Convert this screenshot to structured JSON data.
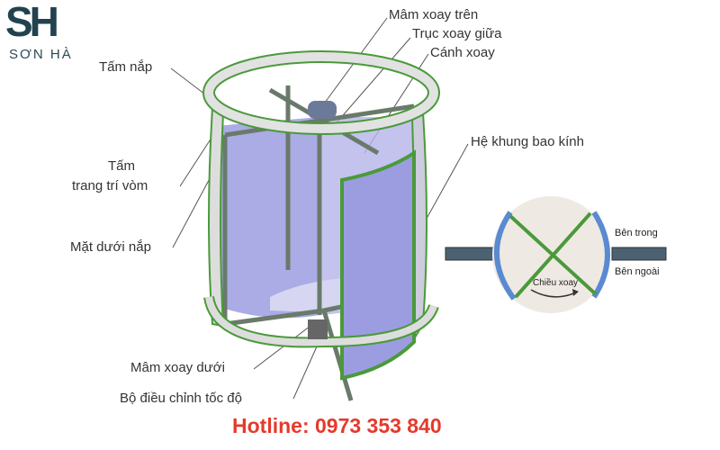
{
  "logo": {
    "mark": "SH",
    "name": "SƠN HÀ"
  },
  "labels": {
    "top_turntable": "Mâm xoay trên",
    "center_shaft": "Trục xoay giữa",
    "wing": "Cánh xoay",
    "cover_plate": "Tấm nắp",
    "dome_plate_1": "Tấm",
    "dome_plate_2": "trang trí vòm",
    "cover_underside": "Mặt dưới nắp",
    "glass_frame": "Hệ khung bao kính",
    "bottom_turntable": "Mâm xoay dưới",
    "speed_controller": "Bộ điều chỉnh tốc độ"
  },
  "plan": {
    "inside": "Bên trong",
    "outside": "Bên ngoài",
    "rotation": "Chiều xoay"
  },
  "hotline": "Hotline: 0973 353 840",
  "colors": {
    "frame": "#4a9a3a",
    "glass": "#9c9ce0",
    "hotline": "#e53a2c"
  }
}
